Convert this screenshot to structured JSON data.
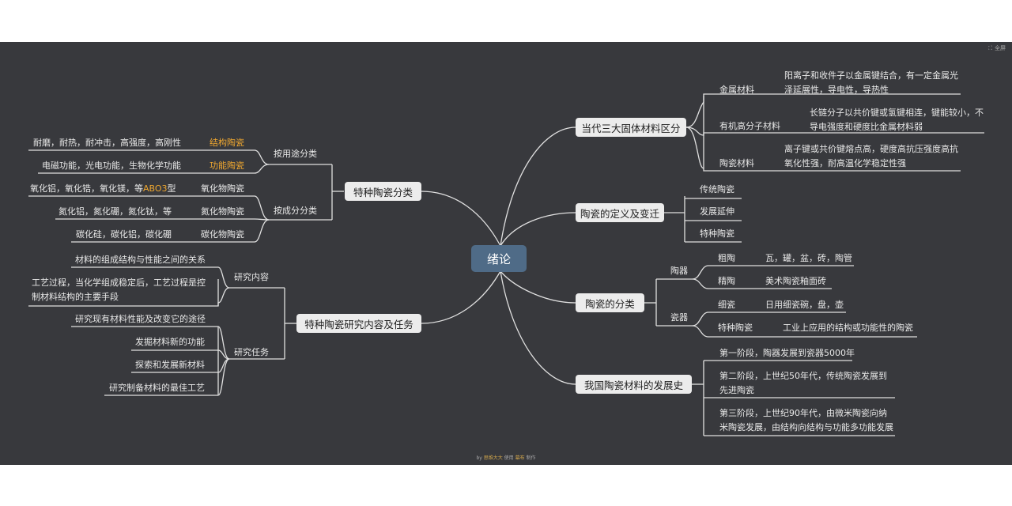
{
  "toolbar": {
    "fullscreen_label": "全屏"
  },
  "footer": {
    "prefix": "by ",
    "author": "思维大大",
    "mid": " 使用 ",
    "app": "幕布",
    "suffix": " 制作"
  },
  "root": "绪论",
  "branches": {
    "r1": {
      "label": "当代三大固体材料区分",
      "c1": {
        "label": "金属材料",
        "desc": "阳离子和收件子以金属键结合，有一定金属光泽延展性，导电性，导热性"
      },
      "c2": {
        "label": "有机高分子材料",
        "desc": "长链分子以共价键或氢键相连，键能较小，不导电强度和硬度比金属材料弱"
      },
      "c3": {
        "label": "陶瓷材料",
        "desc": "离子键或共价键熔点高，硬度高抗压强度高抗氧化性强，耐高温化学稳定性强"
      }
    },
    "r2": {
      "label": "陶瓷的定义及变迁",
      "c1": "传统陶瓷",
      "c2": "发展延伸",
      "c3": "特种陶瓷"
    },
    "r3": {
      "label": "陶瓷的分类",
      "g1": {
        "label": "陶器",
        "a": {
          "label": "粗陶",
          "desc": "瓦，罐，盆，砖，陶管"
        },
        "b": {
          "label": "精陶",
          "desc": "美术陶瓷釉面砖"
        }
      },
      "g2": {
        "label": "瓷器",
        "a": {
          "label": "细瓷",
          "desc": "日用细瓷碗，盘，壶"
        },
        "b": {
          "label": "特种陶瓷",
          "desc": "工业上应用的结构或功能性的陶瓷"
        }
      }
    },
    "r4": {
      "label": "我国陶瓷材料的发展史",
      "c1": "第一阶段，陶器发展到瓷器5000年",
      "c2": "第二阶段，上世纪50年代，传统陶瓷发展到先进陶瓷",
      "c3": "第三阶段，上世纪90年代，由微米陶瓷向纳米陶瓷发展，由结构向结构与功能多功能发展"
    },
    "l1": {
      "label": "特种陶瓷分类",
      "g1": {
        "label": "按用途分类",
        "a": {
          "label": "结构陶瓷",
          "desc": "耐磨，耐热，耐冲击，高强度，高刚性"
        },
        "b": {
          "label": "功能陶瓷",
          "desc": "电磁功能，光电功能，生物化学功能"
        }
      },
      "g2": {
        "label": "按成分分类",
        "a": {
          "label": "氧化物陶瓷",
          "desc_pre": "氧化铝，氧化锆，氧化镁，等",
          "desc_hl": "ABO3",
          "desc_post": "型"
        },
        "b": {
          "label": "氮化物陶瓷",
          "desc": "氮化铝，氮化硼，氮化钛，等"
        },
        "c": {
          "label": "碳化物陶瓷",
          "desc": "碳化硅，碳化铝，碳化硼"
        }
      }
    },
    "l2": {
      "label": "特种陶瓷研究内容及任务",
      "g1": {
        "label": "研究内容",
        "a": "材料的组成结构与性能之间的关系",
        "b": "工艺过程，当化学组成稳定后，工艺过程是控制材料结构的主要手段"
      },
      "g2": {
        "label": "研究任务",
        "a": "研究现有材料性能及改变它的途径",
        "b": "发掘材料新的功能",
        "c": "探索和发展新材料",
        "d": "研究制备材料的最佳工艺"
      }
    }
  }
}
